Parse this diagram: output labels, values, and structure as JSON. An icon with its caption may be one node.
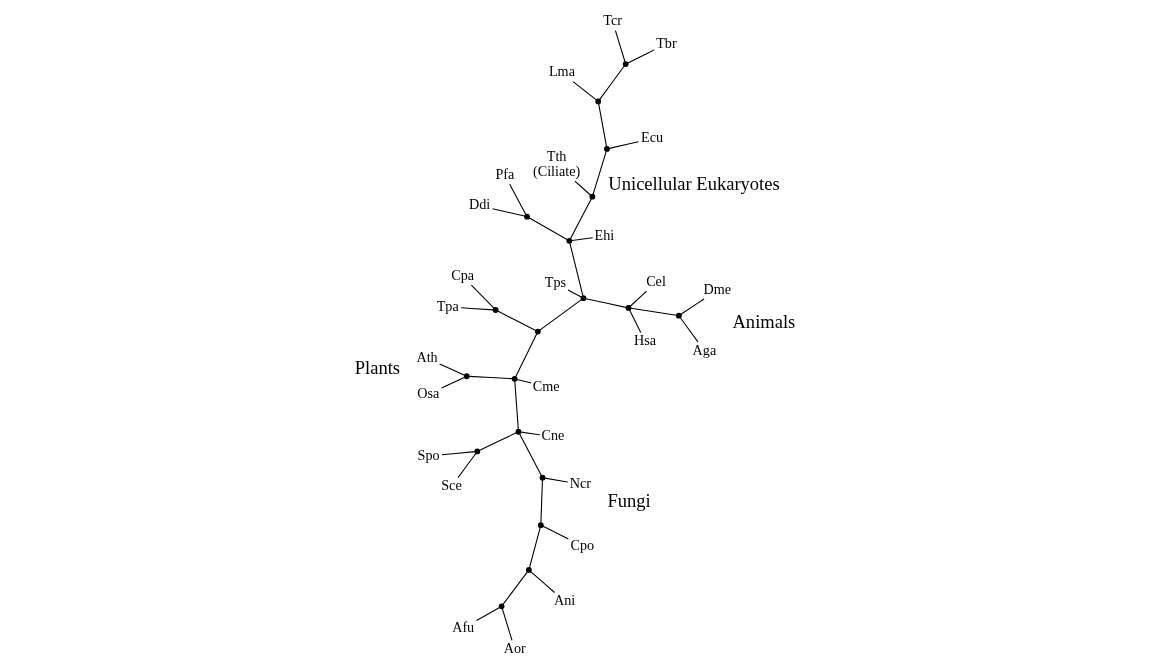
{
  "diagram": {
    "nodes": [
      {
        "text": [
          "Ath"
        ]
      },
      {
        "text": [
          "Osa"
        ]
      },
      {
        "text": [
          "Sce"
        ]
      },
      {
        "text": [
          "Spo"
        ]
      },
      {
        "text": [
          "Aor"
        ]
      },
      {
        "text": [
          "Afu"
        ]
      },
      {
        "text": [
          "Ani"
        ]
      },
      {
        "text": [
          "Cme"
        ]
      },
      {
        "text": [
          "Tpa"
        ]
      },
      {
        "text": [
          "Cpo"
        ]
      },
      {
        "text": [
          "Ncr"
        ]
      },
      {
        "text": [
          "Cpa"
        ]
      },
      {
        "text": [
          "Dme"
        ]
      },
      {
        "text": [
          "Cne"
        ]
      },
      {
        "text": [
          "Tps"
        ]
      },
      {
        "text": [
          "Aga"
        ]
      },
      {
        "text": [
          "Ehi"
        ]
      },
      {
        "text": [
          "Cel"
        ]
      },
      {
        "text": [
          "Tth"
        ],
        "beside": [
          "(Ciliate)"
        ]
      },
      {
        "text": [
          "Hsa"
        ]
      },
      {
        "text": [
          "Ecu"
        ]
      },
      {
        "text": [
          "Ddi"
        ]
      },
      {
        "text": [
          "Lma"
        ]
      },
      {
        "text": [
          "Pfa"
        ]
      },
      {
        "text": [
          "Tcr"
        ]
      },
      {
        "text": [
          "Tbr"
        ]
      },
      {
        "text": [],
        "shape": "point"
      },
      {
        "text": [],
        "shape": "point"
      },
      {
        "text": [],
        "shape": "point"
      },
      {
        "text": [],
        "shape": "point"
      },
      {
        "text": [],
        "shape": "point"
      },
      {
        "text": [],
        "shape": "point"
      },
      {
        "text": [],
        "shape": "point"
      },
      {
        "text": [],
        "shape": "point"
      },
      {
        "text": [],
        "shape": "point"
      },
      {
        "text": [],
        "shape": "point"
      },
      {
        "text": [],
        "shape": "point"
      },
      {
        "text": [],
        "shape": "point"
      },
      {
        "text": [],
        "shape": "point"
      },
      {
        "text": [],
        "shape": "point"
      },
      {
        "text": [],
        "shape": "point"
      },
      {
        "text": [],
        "shape": "point"
      },
      {
        "text": [],
        "shape": "point"
      },
      {
        "text": [],
        "shape": "point"
      },
      {
        "text": [],
        "shape": "point"
      }
    ],
    "edges": [
      {
        "from": 26,
        "to": 0,
        "arrow": "none"
      },
      {
        "from": 26,
        "to": 1,
        "arrow": "none"
      },
      {
        "from": 27,
        "to": 4,
        "arrow": "none"
      },
      {
        "from": 27,
        "to": 5,
        "arrow": "none"
      },
      {
        "from": 28,
        "to": 6,
        "arrow": "none"
      },
      {
        "from": 28,
        "to": 27,
        "arrow": "none"
      },
      {
        "from": 29,
        "to": 9,
        "arrow": "none"
      },
      {
        "from": 29,
        "to": 28,
        "arrow": "none"
      },
      {
        "from": 30,
        "to": 10,
        "arrow": "none"
      },
      {
        "from": 30,
        "to": 29,
        "arrow": "none"
      },
      {
        "from": 31,
        "to": 2,
        "arrow": "none"
      },
      {
        "from": 31,
        "to": 3,
        "arrow": "none"
      },
      {
        "from": 32,
        "to": 31,
        "arrow": "none"
      },
      {
        "from": 32,
        "to": 13,
        "arrow": "none"
      },
      {
        "from": 32,
        "to": 30,
        "arrow": "none"
      },
      {
        "from": 33,
        "to": 32,
        "arrow": "none"
      },
      {
        "from": 33,
        "to": 26,
        "arrow": "none"
      },
      {
        "from": 33,
        "to": 7,
        "arrow": "none"
      },
      {
        "from": 34,
        "to": 8,
        "arrow": "none"
      },
      {
        "from": 34,
        "to": 11,
        "arrow": "none"
      },
      {
        "from": 35,
        "to": 33,
        "arrow": "none"
      },
      {
        "from": 35,
        "to": 34,
        "arrow": "none"
      },
      {
        "from": 35,
        "to": 36,
        "arrow": "none"
      },
      {
        "from": 36,
        "to": 14,
        "arrow": "none"
      },
      {
        "from": 36,
        "to": 37,
        "arrow": "none"
      },
      {
        "from": 36,
        "to": 39,
        "arrow": "none"
      },
      {
        "from": 37,
        "to": 19,
        "arrow": "none"
      },
      {
        "from": 37,
        "to": 17,
        "arrow": "none"
      },
      {
        "from": 37,
        "to": 38,
        "arrow": "none"
      },
      {
        "from": 38,
        "to": 12,
        "arrow": "none"
      },
      {
        "from": 38,
        "to": 15,
        "arrow": "none"
      },
      {
        "from": 39,
        "to": 16,
        "arrow": "none"
      },
      {
        "from": 39,
        "to": 40,
        "arrow": "none"
      },
      {
        "from": 39,
        "to": 41,
        "arrow": "none"
      },
      {
        "from": 40,
        "to": 21,
        "arrow": "none"
      },
      {
        "from": 40,
        "to": 23,
        "arrow": "none"
      },
      {
        "from": 41,
        "to": 18,
        "arrow": "none"
      },
      {
        "from": 41,
        "to": 42,
        "arrow": "none"
      },
      {
        "from": 42,
        "to": 20,
        "arrow": "none"
      },
      {
        "from": 42,
        "to": 43,
        "arrow": "none"
      },
      {
        "from": 43,
        "to": 22,
        "arrow": "none"
      },
      {
        "from": 43,
        "to": 44,
        "arrow": "none"
      },
      {
        "from": 44,
        "to": 24,
        "arrow": "none"
      },
      {
        "from": 44,
        "to": 25,
        "arrow": "none"
      }
    ],
    "labels": [
      "Plants",
      "Fungi",
      "Animals",
      "Unicellular Eukaryotes"
    ]
  }
}
